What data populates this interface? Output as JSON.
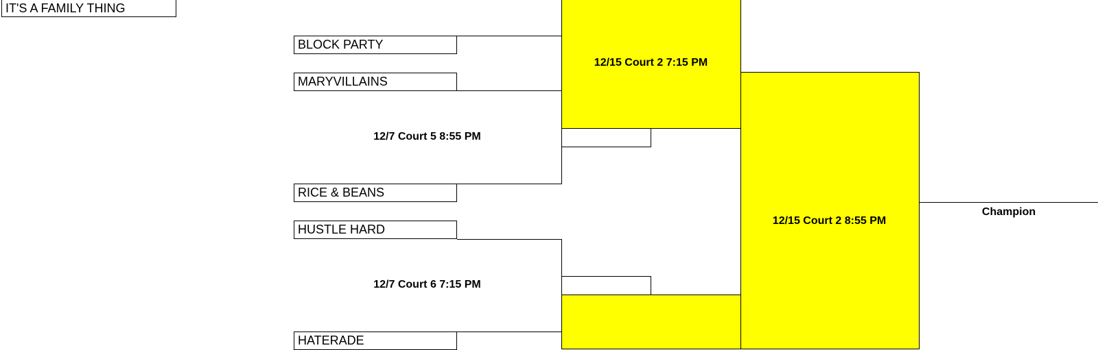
{
  "teams": [
    "IT'S A FAMILY THING",
    "BLOCK PARTY",
    "MARYVILLAINS",
    "RICE & BEANS",
    "HUSTLE HARD",
    "HATERADE"
  ],
  "matches": {
    "r1_match_a": "12/7 Court 5 8:55 PM",
    "r1_match_b": "12/7 Court 6 7:15 PM",
    "r2_match_top": "12/15 Court 2 7:15 PM",
    "final_match": "12/15 Court 2 8:55 PM"
  },
  "champion_label": "Champion",
  "colors": {
    "highlight": "#ffff00",
    "line": "#000000",
    "background": "#ffffff"
  }
}
